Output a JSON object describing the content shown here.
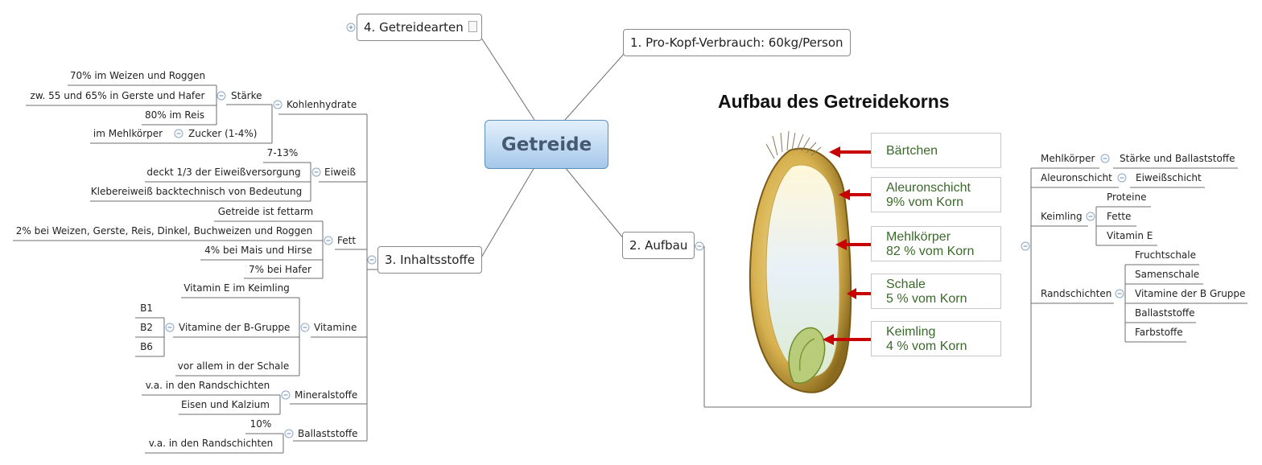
{
  "central": {
    "label": "Getreide"
  },
  "branches": {
    "verbrauch": "1. Pro-Kopf-Verbrauch: 60kg/Person",
    "aufbau": "2. Aufbau",
    "inhaltsstoffe": "3. Inhaltsstoffe",
    "getreidearten": "4. Getreidearten"
  },
  "inhaltsstoffe": {
    "kohlenhydrate": {
      "label": "Kohlenhydrate",
      "staerke": {
        "label": "Stärke",
        "items": [
          "70% im Weizen und Roggen",
          "zw. 55 und 65% in Gerste und Hafer",
          "80% im Reis"
        ]
      },
      "zucker": {
        "label": "Zucker  (1-4%)",
        "items": [
          "im Mehlkörper"
        ]
      }
    },
    "eiweiss": {
      "label": "Eiweiß",
      "items": [
        "7-13%",
        "deckt 1/3 der Eiweißversorgung",
        "Klebereiweiß backtechnisch von Bedeutung"
      ]
    },
    "fett": {
      "label": "Fett",
      "items": [
        "Getreide ist fettarm",
        "2% bei Weizen, Gerste, Reis, Dinkel, Buchweizen und Roggen",
        "4% bei Mais und Hirse",
        "7% bei Hafer"
      ]
    },
    "vitamine": {
      "label": "Vitamine",
      "keimling": "Vitamin E im Keimling",
      "bgruppe": {
        "label": "Vitamine der B-Gruppe",
        "items": [
          "B1",
          "B2",
          "B6"
        ]
      },
      "schale": "vor allem in der Schale"
    },
    "mineralstoffe": {
      "label": "Mineralstoffe",
      "items": [
        "v.a. in den Randschichten",
        "Eisen und Kalzium"
      ]
    },
    "ballaststoffe": {
      "label": "Ballaststoffe",
      "items": [
        "10%",
        "v.a. in den Randschichten"
      ]
    }
  },
  "aufbau": {
    "mehlkoerper": {
      "label": "Mehlkörper",
      "items": [
        "Stärke und Ballaststoffe"
      ]
    },
    "aleuronschicht": {
      "label": "Aleuronschicht",
      "items": [
        "Eiweißschicht"
      ]
    },
    "keimling": {
      "label": "Keimling",
      "items": [
        "Proteine",
        "Fette",
        "Vitamin E"
      ]
    },
    "randschichten": {
      "label": "Randschichten",
      "items": [
        "Fruchtschale",
        "Samenschale",
        "Vitamine der B Gruppe",
        "Ballaststoffe",
        "Farbstoffe"
      ]
    }
  },
  "grain_image": {
    "title": "Aufbau des Getreidekorns",
    "labels": [
      {
        "line1": "Bärtchen",
        "line2": ""
      },
      {
        "line1": "Aleuronschicht",
        "line2": "9% vom Korn"
      },
      {
        "line1": "Mehlkörper",
        "line2": "82 % vom Korn"
      },
      {
        "line1": "Schale",
        "line2": "5 % vom Korn"
      },
      {
        "line1": "Keimling",
        "line2": "4 % vom Korn"
      }
    ],
    "arrow_color": "#c80000"
  },
  "colors": {
    "line": "#6e6e6e",
    "central_fill": "#b9d6f2",
    "central_text": "#455a70"
  }
}
